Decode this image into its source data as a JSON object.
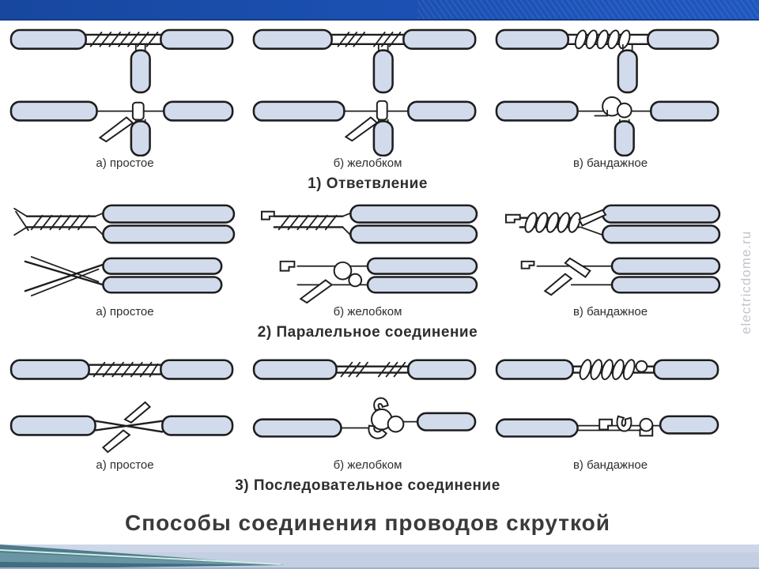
{
  "page": {
    "title": "Способы соединения проводов скруткой",
    "watermark": "electricdome.ru"
  },
  "sections": [
    {
      "heading": "1) Ответвление",
      "cells": [
        {
          "label": "а) простое",
          "diagram": "branch-simple-twist"
        },
        {
          "label": "б) желобком",
          "diagram": "branch-groove-twist"
        },
        {
          "label": "в) бандажное",
          "diagram": "branch-bandage-twist"
        }
      ]
    },
    {
      "heading": "2) Паралельное соединение",
      "cells": [
        {
          "label": "а) простое",
          "diagram": "parallel-simple-twist"
        },
        {
          "label": "б) желобком",
          "diagram": "parallel-groove-twist"
        },
        {
          "label": "в) бандажное",
          "diagram": "parallel-bandage-twist"
        }
      ]
    },
    {
      "heading": "3) Последовательное соединение",
      "cells": [
        {
          "label": "а) простое",
          "diagram": "series-simple-twist"
        },
        {
          "label": "б) желобком",
          "diagram": "series-groove-twist"
        },
        {
          "label": "в) бандажное",
          "diagram": "series-bandage-twist"
        }
      ]
    }
  ],
  "colors": {
    "top_bar_blue": "#1b4fb0",
    "wire_fill": "#d2dbec",
    "outline": "#1e1e1e",
    "footer_band": "#c4cfe3",
    "footer_teal": "#4e7b8c",
    "watermark_gray": "#c3c3cf"
  }
}
